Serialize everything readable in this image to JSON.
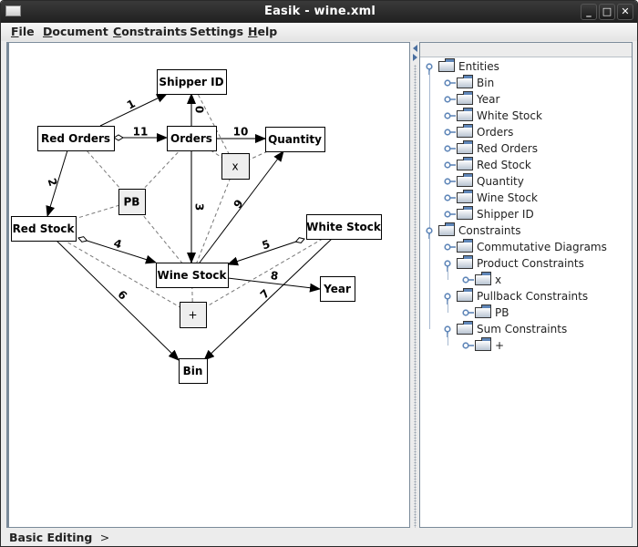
{
  "window": {
    "title": "Easik - wine.xml",
    "controls": {
      "minimize": "_",
      "maximize": "□",
      "close": "✕"
    }
  },
  "menubar": {
    "items": [
      {
        "label": "File",
        "mnemonic": "F"
      },
      {
        "label": "Document",
        "mnemonic": "D"
      },
      {
        "label": "Constraints",
        "mnemonic": "C"
      },
      {
        "label": "Settings",
        "mnemonic": ""
      },
      {
        "label": "Help",
        "mnemonic": "H"
      }
    ]
  },
  "diagram": {
    "entities": [
      {
        "id": "shipper",
        "label": "Shipper ID"
      },
      {
        "id": "redorders",
        "label": "Red Orders"
      },
      {
        "id": "orders",
        "label": "Orders"
      },
      {
        "id": "quantity",
        "label": "Quantity"
      },
      {
        "id": "redstock",
        "label": "Red Stock"
      },
      {
        "id": "whitestock",
        "label": "White Stock"
      },
      {
        "id": "winestock",
        "label": "Wine Stock"
      },
      {
        "id": "year",
        "label": "Year"
      },
      {
        "id": "bin",
        "label": "Bin"
      }
    ],
    "constraints": [
      {
        "id": "pb",
        "label": "PB",
        "type": "pullback"
      },
      {
        "id": "prod",
        "label": "x",
        "type": "product"
      },
      {
        "id": "sum",
        "label": "+",
        "type": "sum"
      }
    ],
    "edges": [
      {
        "label": "0",
        "from": "orders",
        "to": "shipper",
        "style": "injective"
      },
      {
        "label": "1",
        "from": "redorders",
        "to": "shipper",
        "style": "normal"
      },
      {
        "label": "2",
        "from": "redorders",
        "to": "redstock",
        "style": "normal"
      },
      {
        "label": "3",
        "from": "orders",
        "to": "winestock",
        "style": "injective"
      },
      {
        "label": "4",
        "from": "redstock",
        "to": "winestock",
        "style": "partial"
      },
      {
        "label": "5",
        "from": "whitestock",
        "to": "winestock",
        "style": "partial"
      },
      {
        "label": "6",
        "from": "redstock",
        "to": "bin",
        "style": "normal"
      },
      {
        "label": "7",
        "from": "whitestock",
        "to": "bin",
        "style": "normal"
      },
      {
        "label": "8",
        "from": "winestock",
        "to": "year",
        "style": "normal"
      },
      {
        "label": "9",
        "from": "winestock",
        "to": "quantity",
        "style": "normal"
      },
      {
        "label": "10",
        "from": "orders",
        "to": "quantity",
        "style": "injective"
      },
      {
        "label": "11",
        "from": "redorders",
        "to": "orders",
        "style": "partial"
      }
    ]
  },
  "tree": {
    "root_entities": "Entities",
    "entities": [
      "Bin",
      "Year",
      "White Stock",
      "Orders",
      "Red Orders",
      "Red Stock",
      "Quantity",
      "Wine Stock",
      "Shipper ID"
    ],
    "root_constraints": "Constraints",
    "constraint_groups": [
      {
        "label": "Commutative Diagrams",
        "children": []
      },
      {
        "label": "Product Constraints",
        "children": [
          "x"
        ]
      },
      {
        "label": "Pullback Constraints",
        "children": [
          "PB"
        ]
      },
      {
        "label": "Sum Constraints",
        "children": [
          "+"
        ]
      }
    ]
  },
  "status": {
    "mode": "Basic Editing",
    "arrow": ">"
  },
  "colors": {
    "titlebar": "#2a2a2a",
    "tree_handle": "#5f86b8",
    "constraint_fill": "#eeeeee",
    "injective_edge": "#777777"
  }
}
